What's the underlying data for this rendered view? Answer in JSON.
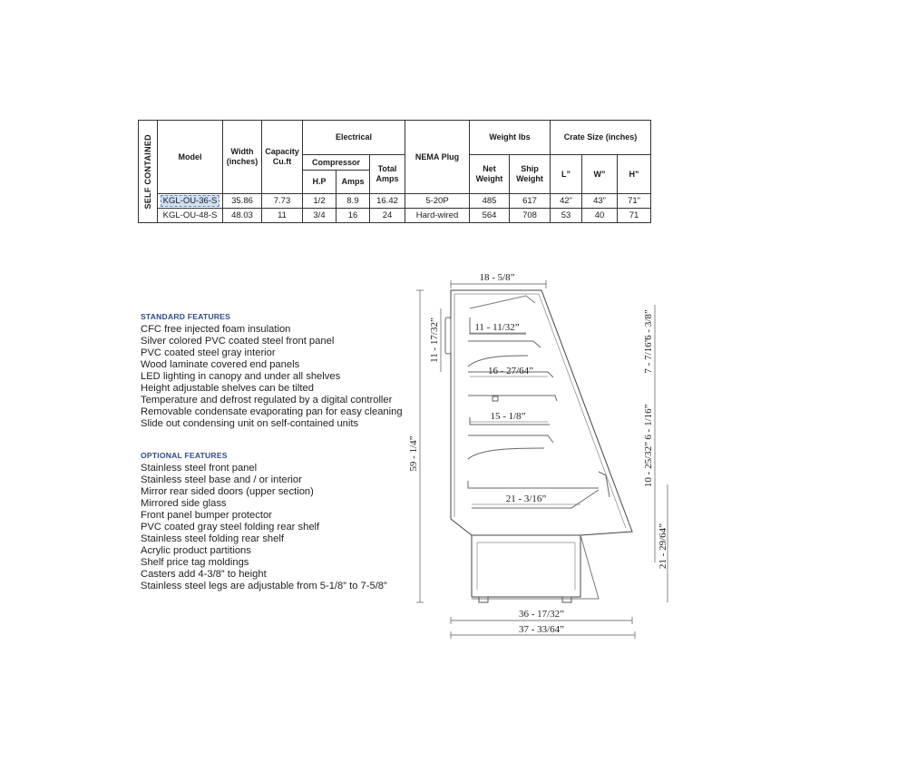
{
  "table": {
    "side_label": "SELF CONTAINED",
    "headers": {
      "model": "Model",
      "width": "Width (inches)",
      "capacity": "Capacity Cu.ft",
      "electrical": "Electrical",
      "compressor": "Compressor",
      "hp": "H.P",
      "amps": "Amps",
      "total_amps": "Total Amps",
      "nema": "NEMA Plug",
      "weight": "Weight lbs",
      "net_weight": "Net Weight",
      "ship_weight": "Ship Weight",
      "crate": "Crate Size (inches)",
      "crate_l": "L”",
      "crate_w": "W”",
      "crate_h": "H”"
    },
    "rows": [
      {
        "model": "KGL-OU-36-S",
        "width": "35.86",
        "capacity": "7.73",
        "hp": "1/2",
        "amps": "8.9",
        "total_amps": "16.42",
        "nema": "5-20P",
        "net": "485",
        "ship": "617",
        "l": "42”",
        "w": "43”",
        "h": "71”"
      },
      {
        "model": "KGL-OU-48-S",
        "width": "48.03",
        "capacity": "11",
        "hp": "3/4",
        "amps": "16",
        "total_amps": "24",
        "nema": "Hard-wired",
        "net": "564",
        "ship": "708",
        "l": "53",
        "w": "40",
        "h": "71"
      }
    ]
  },
  "standard_features": {
    "title": "STANDARD FEATURES",
    "items": [
      "CFC free injected foam insulation",
      "Silver colored PVC coated steel front panel",
      "PVC coated steel gray interior",
      "Wood laminate covered end panels",
      "LED lighting in canopy and under all shelves",
      "Height adjustable shelves can be tilted",
      "Temperature and defrost regulated by a digital controller",
      "Removable condensate evaporating pan for easy cleaning",
      "Slide out condensing unit on self-contained units"
    ]
  },
  "optional_features": {
    "title": "OPTIONAL FEATURES",
    "items": [
      "Stainless steel front panel",
      "Stainless steel base and / or interior",
      "Mirror rear sided doors (upper section)",
      "Mirrored side glass",
      "Front panel bumper protector",
      "PVC coated gray steel folding rear shelf",
      "Stainless steel folding rear shelf",
      "Acrylic product partitions",
      "Shelf price tag moldings",
      "Casters add 4-3/8” to height",
      "Stainless steel legs are adjustable from 5-1/8” to 7-5/8”"
    ]
  },
  "dimensions": {
    "top_width": "18 - 5/8”",
    "upper_shelf": "11 - 11/32”",
    "mid_shelf": "16 - 27/64”",
    "lower_shelf": "15 - 1/8”",
    "deck": "21 - 3/16”",
    "base_depth": "36 - 17/32”",
    "overall_depth": "37 - 33/64”",
    "overall_height": "59 - 1/4”",
    "canopy_height": "11 - 17/32”",
    "right_1": "6 - 3/8”",
    "right_2": "7 - 7/16”",
    "right_3": "6 - 1/16”",
    "right_4": "10 - 25/32”",
    "right_5": "21 - 29/64”"
  },
  "colors": {
    "feature_title": "#2c4a8a",
    "selection": "#cfe0f4"
  }
}
